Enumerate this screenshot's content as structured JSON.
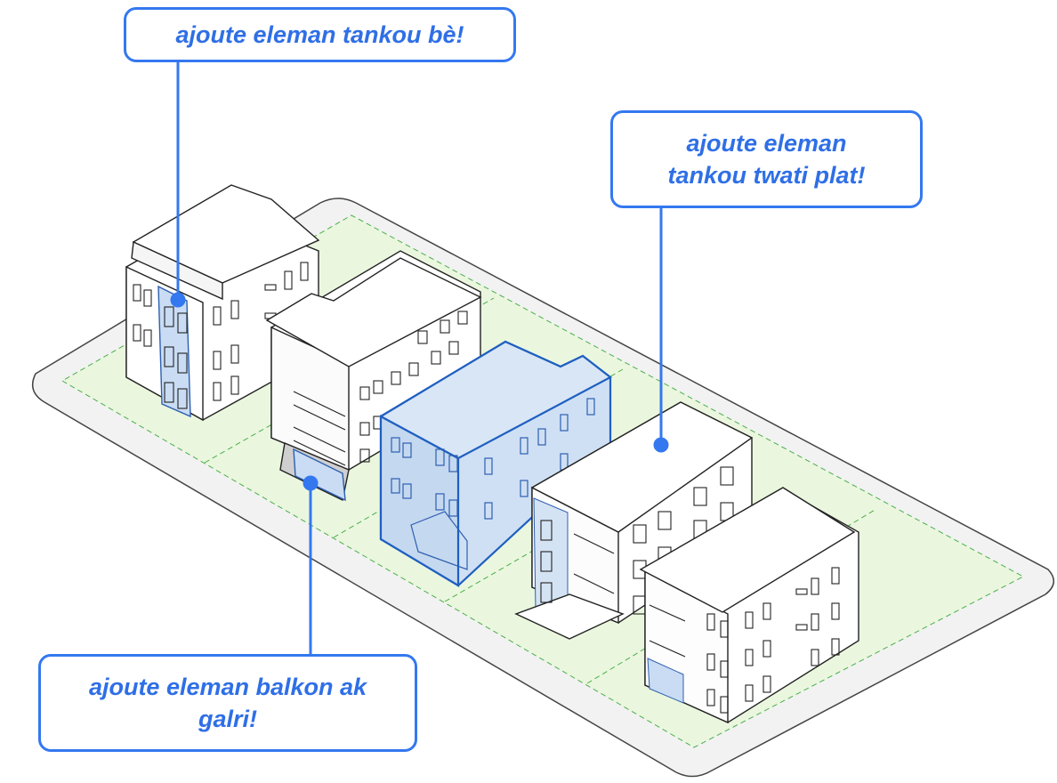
{
  "callouts": {
    "bay_window": "ajoute eleman tankou bè!",
    "flat_roof_line1": "ajoute eleman",
    "flat_roof_line2": "tankou twati plat!",
    "balcony_line1": "ajoute eleman balkon ak",
    "balcony_line2": "galri!"
  },
  "colors": {
    "accent": "#3478f0",
    "highlight_fill": "#cfe0f4",
    "lot_green": "#e9f7df",
    "sidewalk": "#f2f2f2",
    "outline": "#222222"
  }
}
